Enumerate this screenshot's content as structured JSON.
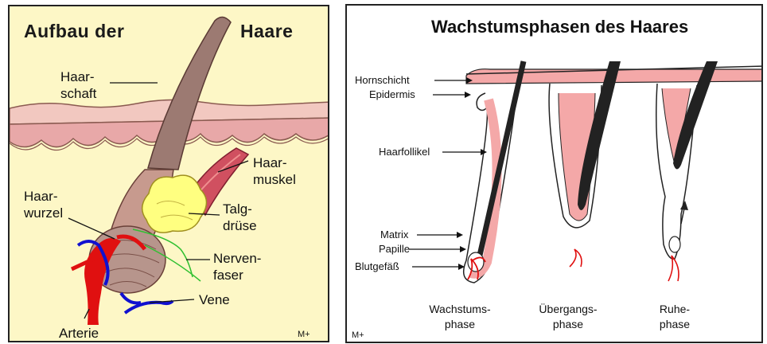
{
  "left": {
    "title_part1": "Aufbau der",
    "title_part2": "Haare",
    "labels": {
      "haarschaft_1": "Haar-",
      "haarschaft_2": "schaft",
      "haarmuskel_1": "Haar-",
      "haarmuskel_2": "muskel",
      "haarwurzel_1": "Haar-",
      "haarwurzel_2": "wurzel",
      "talgdruese_1": "Talg-",
      "talgdruese_2": "drüse",
      "nervenfaser_1": "Nerven-",
      "nervenfaser_2": "faser",
      "vene": "Vene",
      "arterie": "Arterie"
    },
    "signature": "M+"
  },
  "right": {
    "title": "Wachstumsphasen des Haares",
    "labels": {
      "hornschicht": "Hornschicht",
      "epidermis": "Epidermis",
      "haarfollikel": "Haarfollikel",
      "matrix": "Matrix",
      "papille": "Papille",
      "blutgefaess": "Blutgefäß"
    },
    "phases": [
      {
        "line1": "Wachstums-",
        "line2": "phase"
      },
      {
        "line1": "Übergangs-",
        "line2": "phase"
      },
      {
        "line1": "Ruhe-",
        "line2": "phase"
      }
    ],
    "signature": "M+"
  },
  "colors": {
    "left_background": "#fdf7c6",
    "skin_pink": "#e8a8a8",
    "hair_brown": "#9c7a72",
    "sebaceous_yellow": "#ffff80",
    "artery_red": "#e01010",
    "vein_blue": "#1010d0",
    "nerve_green": "#30c030",
    "follicle_pink": "#f4a8a8",
    "hair_black": "#222222"
  }
}
